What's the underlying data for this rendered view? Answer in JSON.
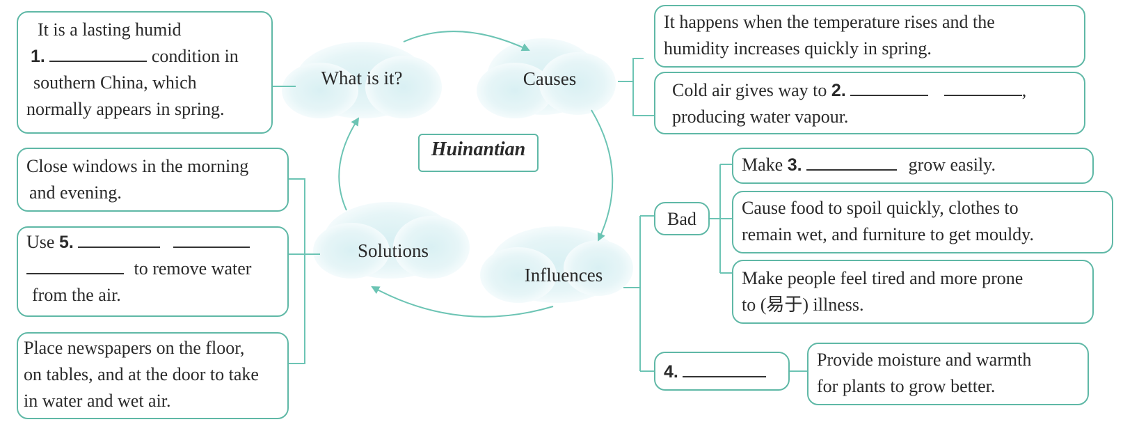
{
  "center": {
    "title": "Huinantian"
  },
  "nodes": {
    "what": "What is it?",
    "causes": "Causes",
    "influences": "Influences",
    "solutions": "Solutions"
  },
  "what_box": {
    "line1": "It is a lasting humid",
    "num": "1.",
    "after_blank": "condition in",
    "line3": "southern China, which",
    "line4": "normally appears in spring."
  },
  "causes_boxes": [
    {
      "line1": "It happens when the temperature rises and the",
      "line2": "humidity increases quickly in spring."
    },
    {
      "before": "Cold air gives way to",
      "num": "2.",
      "after": ",",
      "line2": "producing water vapour."
    }
  ],
  "influences": {
    "bad_label": "Bad",
    "bad_items": [
      {
        "before": "Make",
        "num": "3.",
        "after": "grow easily."
      },
      {
        "line1": "Cause food to spoil quickly, clothes to",
        "line2": "remain wet, and furniture to get mouldy."
      },
      {
        "line1": "Make people feel tired and more prone",
        "line2": "to (易于) illness."
      }
    ],
    "good_num": "4.",
    "good_item": {
      "line1": "Provide moisture and warmth",
      "line2": "for plants to grow better."
    }
  },
  "solutions_boxes": [
    {
      "line1": "Close windows in the morning",
      "line2": "and evening."
    },
    {
      "before": "Use",
      "num": "5.",
      "line3": "to remove water",
      "line4": "from the air."
    },
    {
      "line1": "Place newspapers on the floor,",
      "line2": "on tables, and at the door to take",
      "line3": "in water and wet air."
    }
  ],
  "colors": {
    "border": "#5fb8a6",
    "cloud": "#e3f4f6",
    "arrow": "#6cc4b4"
  }
}
